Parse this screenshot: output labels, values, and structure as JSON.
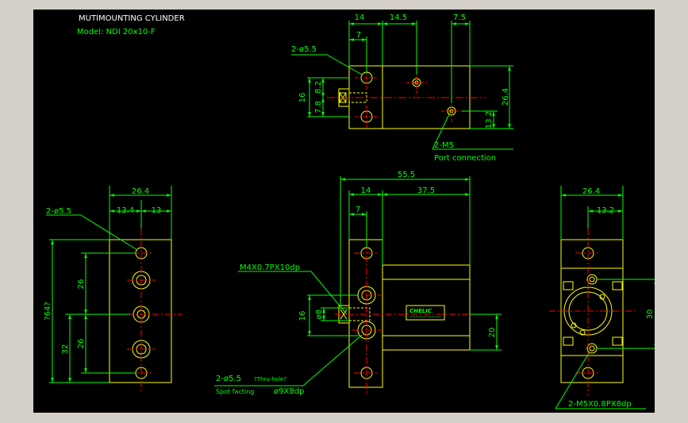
{
  "title": {
    "line1": "MUTIMOUNTING CYLINDER",
    "line2": "Model: NDI 20x10-F"
  },
  "colors": {
    "background": "#000000",
    "outline": "#ffff00",
    "dimension": "#00ff00",
    "centerline": "#ff0000",
    "text": "#ffffff",
    "frame": "#d4d0c8"
  },
  "top_view": {
    "dim_14": "14",
    "dim_14_5": "14.5",
    "dim_7_5": "7.5",
    "dim_7": "7",
    "hole_label": "2-ø5.5",
    "dim_16": "16",
    "dim_7_8_2": "7.8",
    "dim_8_2": "8.2",
    "dim_26_4": "26.4",
    "dim_13_2": "13.2",
    "port_label": "2-M5",
    "port_desc": "Port connection"
  },
  "left_view": {
    "dim_26_4": "26.4",
    "dim_13_4": "13.4",
    "dim_13": "13",
    "hole_label": "2-ø5.5",
    "dim_26a": "26",
    "dim_26b": "26",
    "dim_64": "?64?",
    "dim_32": "32"
  },
  "front_view": {
    "dim_55_5": "55.5",
    "dim_14": "14",
    "dim_37_5": "37.5",
    "dim_7": "7",
    "thread_label": "M4X0.7PX10dp",
    "dim_16": "16",
    "dim_o8": "ø8",
    "dim_20": "20",
    "hole_label": "2-ø5.5",
    "hole_note": "?Thru-hole?",
    "spot_label": "Spot facting",
    "spot_dim": "ø9X8dp",
    "brand": "CHELIC"
  },
  "right_view": {
    "dim_26_4": "26.4",
    "dim_13_2": "13.2",
    "dim_30": "30",
    "thread_label": "2-M5X0.8PX8dp"
  }
}
